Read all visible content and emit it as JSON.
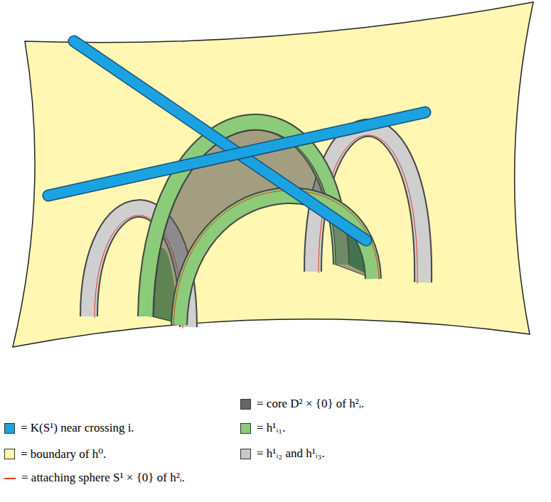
{
  "diagram": {
    "legend": [
      {
        "text": "= core D² × {0} of h²ᵢ.",
        "color": "#666666"
      },
      {
        "text": "= K(S¹) near crossing i.",
        "color": "#1aa3e0"
      },
      {
        "text": "= h¹ᵢ₁.",
        "color": "#8ccb7a"
      },
      {
        "text": "= boundary of h⁰.",
        "color": "#fff7b2"
      },
      {
        "text": "= h¹ᵢ₂ and h¹ᵢ₃.",
        "color": "#c8c8c8"
      },
      {
        "text": "= attaching sphere S¹ × {0} of h²ᵢ."
      }
    ]
  }
}
